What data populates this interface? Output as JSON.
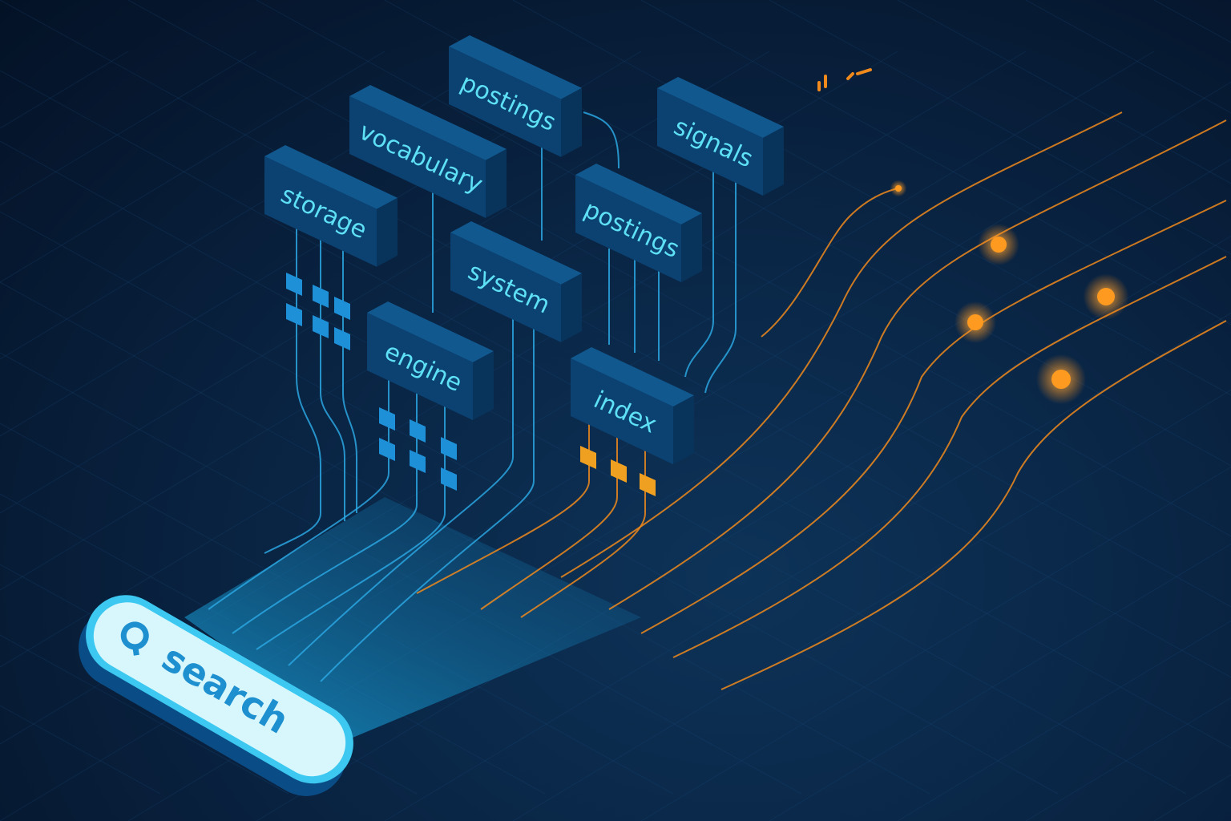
{
  "blocks": [
    {
      "id": "postings-top",
      "label": "postings"
    },
    {
      "id": "vocabulary",
      "label": "vocabulary"
    },
    {
      "id": "storage",
      "label": "storage"
    },
    {
      "id": "signals",
      "label": "signals"
    },
    {
      "id": "postings-mid",
      "label": "postings"
    },
    {
      "id": "system",
      "label": "system"
    },
    {
      "id": "engine",
      "label": "engine"
    },
    {
      "id": "index",
      "label": "index"
    }
  ],
  "search": {
    "label": "search",
    "icon": "search-icon"
  },
  "colors": {
    "block_front": "#0b4272",
    "block_top": "#11588f",
    "block_side": "#08345c",
    "label": "#5ee0f5",
    "blue_line": "#2aa6e0",
    "orange": "#f08a1c",
    "search_fill": "#d8f7fc",
    "search_rim": "#3cc8f0"
  }
}
